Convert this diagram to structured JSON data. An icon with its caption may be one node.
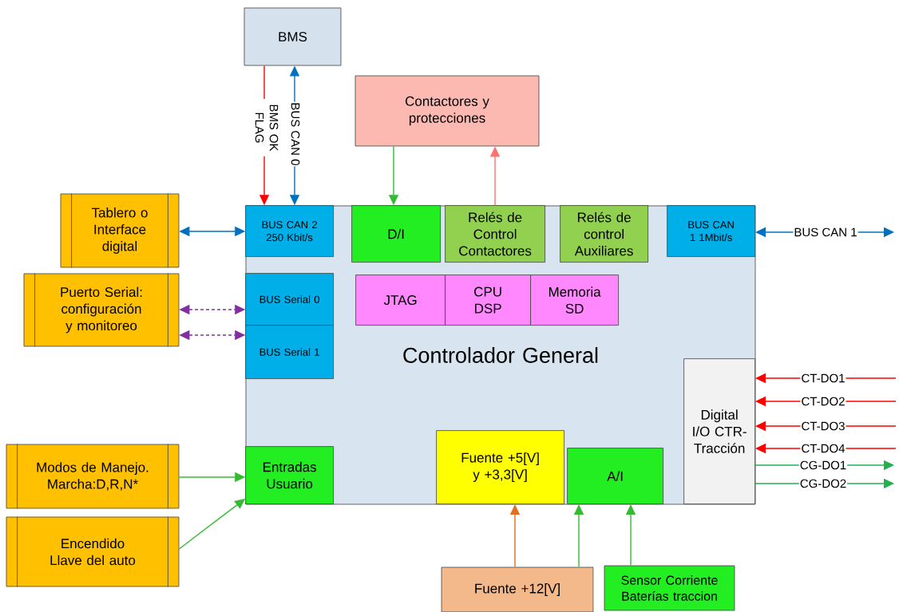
{
  "diagram": {
    "nodes": [
      {
        "text": [
          "BMS"
        ]
      },
      {
        "text": [
          "Contactores y protecciones"
        ]
      },
      {
        "text": [
          "Controlador General"
        ]
      },
      {
        "text": [
          "BUS CAN 2 250 Kbit/s"
        ],
        "in": 2
      },
      {
        "text": [
          "D/I"
        ],
        "in": 2
      },
      {
        "text": [
          "Relés de Control Contactores"
        ],
        "in": 2
      },
      {
        "text": [
          "Relés de control Auxiliares"
        ],
        "in": 2
      },
      {
        "text": [
          "BUS CAN 1 1Mbit/s"
        ],
        "in": 2
      },
      {
        "text": [
          "BUS Serial 0"
        ],
        "in": 2
      },
      {
        "text": [
          "BUS Serial 1"
        ],
        "in": 2
      },
      {
        "text": [
          "JTAG"
        ],
        "in": 2
      },
      {
        "text": [
          "CPU DSP"
        ],
        "in": 2
      },
      {
        "text": [
          "Memoria SD"
        ],
        "in": 2
      },
      {
        "text": [
          "Digital I/O CTR-Tracción"
        ],
        "in": 2
      },
      {
        "text": [
          "Entradas Usuario"
        ],
        "in": 2
      },
      {
        "text": [
          "Fuente +5[V] y +3,3[V]"
        ],
        "in": 2
      },
      {
        "text": [
          "A/I"
        ],
        "in": 2
      },
      {
        "text": [
          "Tablero o Interface digital"
        ]
      },
      {
        "text": [
          "Puerto Serial: configuración y monitoreo"
        ]
      },
      {
        "text": [
          "Modos de Manejo. Marcha:D,R,N*"
        ]
      },
      {
        "text": [
          "Encendido Llave del auto"
        ]
      },
      {
        "text": [
          "Fuente +12[V]"
        ]
      },
      {
        "text": [
          "Sensor Corriente Baterías traccion"
        ]
      }
    ],
    "edges": [
      {
        "from": 0,
        "to": 3,
        "arrow": "to",
        "label": "BMS OK FLAG",
        "color": "#ff0000"
      },
      {
        "from": 0,
        "to": 3,
        "arrow": "both",
        "label": "BUS CAN 0",
        "color": "#0070c0"
      },
      {
        "from": 1,
        "to": 4,
        "arrow": "to",
        "color": "#33bb33"
      },
      {
        "from": 5,
        "to": 1,
        "arrow": "to",
        "color": "#ff7070"
      },
      {
        "from": 17,
        "to": 3,
        "arrow": "both",
        "color": "#0070c0"
      },
      {
        "from": 18,
        "to": 8,
        "arrow": "both",
        "style": "dashed",
        "color": "#8030a0"
      },
      {
        "from": 18,
        "to": 9,
        "arrow": "both",
        "style": "dashed",
        "color": "#8030a0"
      },
      {
        "from": 7,
        "to": null,
        "arrow": "both",
        "label": "BUS CAN 1",
        "color": "#0070c0"
      },
      {
        "from": null,
        "to": 13,
        "arrow": "to",
        "label": "CT-DO1",
        "color": "#ff0000"
      },
      {
        "from": null,
        "to": 13,
        "arrow": "to",
        "label": "CT-DO2",
        "color": "#ff0000"
      },
      {
        "from": null,
        "to": 13,
        "arrow": "to",
        "label": "CT-DO3",
        "color": "#ff0000"
      },
      {
        "from": null,
        "to": 13,
        "arrow": "to",
        "label": "CT-DO4",
        "color": "#ff0000"
      },
      {
        "from": 13,
        "to": null,
        "arrow": "to",
        "label": "CG-DO1",
        "color": "#22b050"
      },
      {
        "from": 13,
        "to": null,
        "arrow": "to",
        "label": "CG-DO2",
        "color": "#22b050"
      },
      {
        "from": 19,
        "to": 14,
        "arrow": "to",
        "color": "#33bb33"
      },
      {
        "from": 20,
        "to": 14,
        "arrow": "to",
        "color": "#33bb33"
      },
      {
        "from": 21,
        "to": 15,
        "arrow": "to",
        "color": "#e07020"
      },
      {
        "from": 21,
        "to": 16,
        "arrow": "to",
        "color": "#33bb33"
      },
      {
        "from": 22,
        "to": 16,
        "arrow": "to",
        "color": "#33bb33"
      }
    ]
  }
}
